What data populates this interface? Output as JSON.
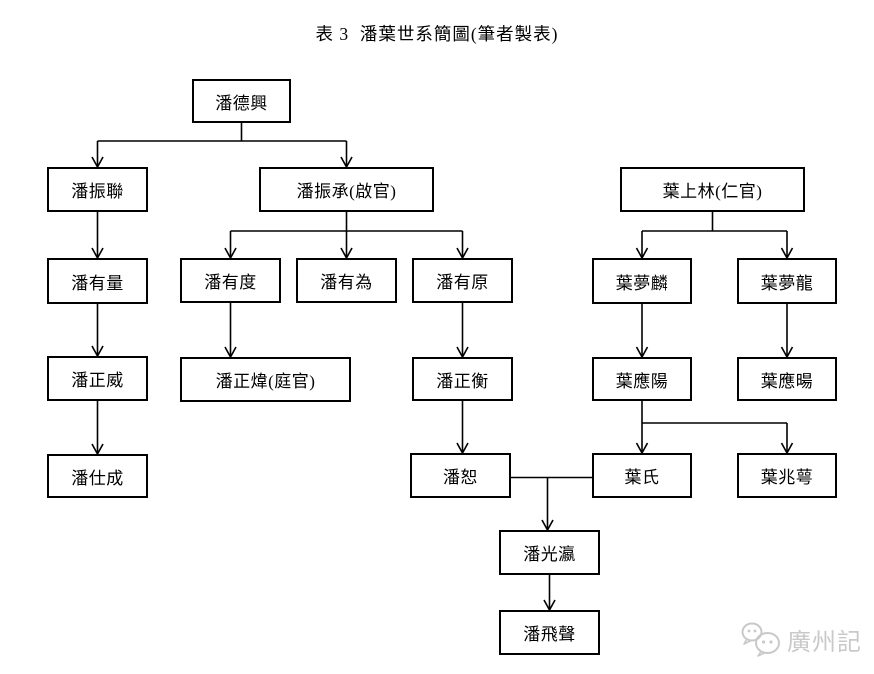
{
  "title": "表 3  潘葉世系簡圖(筆者製表)",
  "watermark": {
    "brand": "廣州記",
    "icon": "wechat-logo"
  },
  "colors": {
    "background": "#ffffff",
    "line": "#000000",
    "text": "#000000",
    "box_border": "#000000",
    "watermark": "#c9c9c9"
  },
  "chart_data": {
    "type": "family-tree",
    "title": "表 3  潘葉世系簡圖(筆者製表)",
    "nodes": [
      {
        "id": "pan_dexing",
        "label": "潘德興"
      },
      {
        "id": "pan_zhenlian",
        "label": "潘振聯"
      },
      {
        "id": "pan_zhencheng",
        "label": "潘振承(啟官)"
      },
      {
        "id": "ye_shanglin",
        "label": "葉上林(仁官)"
      },
      {
        "id": "pan_youliang",
        "label": "潘有量"
      },
      {
        "id": "pan_youdu",
        "label": "潘有度"
      },
      {
        "id": "pan_youwei",
        "label": "潘有為"
      },
      {
        "id": "pan_youyuan",
        "label": "潘有原"
      },
      {
        "id": "ye_menglin",
        "label": "葉夢麟"
      },
      {
        "id": "ye_menglong",
        "label": "葉夢龍"
      },
      {
        "id": "pan_zhengwei",
        "label": "潘正威"
      },
      {
        "id": "pan_zhengwei2",
        "label": "潘正煒(庭官)"
      },
      {
        "id": "pan_zhengheng",
        "label": "潘正衡"
      },
      {
        "id": "ye_yingyang",
        "label": "葉應陽"
      },
      {
        "id": "ye_yingyang2",
        "label": "葉應暘"
      },
      {
        "id": "pan_shicheng",
        "label": "潘仕成"
      },
      {
        "id": "pan_shu",
        "label": "潘恕"
      },
      {
        "id": "ye_shi",
        "label": "葉氏"
      },
      {
        "id": "ye_zhaoe",
        "label": "葉兆萼"
      },
      {
        "id": "pan_guangying",
        "label": "潘光瀛"
      },
      {
        "id": "pan_feisheng",
        "label": "潘飛聲"
      }
    ],
    "edges": [
      {
        "from": "pan_dexing",
        "to": [
          "pan_zhenlian",
          "pan_zhencheng"
        ]
      },
      {
        "from": "pan_zhenlian",
        "to": [
          "pan_youliang"
        ]
      },
      {
        "from": "pan_youliang",
        "to": [
          "pan_zhengwei"
        ]
      },
      {
        "from": "pan_zhengwei",
        "to": [
          "pan_shicheng"
        ]
      },
      {
        "from": "pan_zhencheng",
        "to": [
          "pan_youdu",
          "pan_youwei",
          "pan_youyuan"
        ]
      },
      {
        "from": "pan_youdu",
        "to": [
          "pan_zhengwei2"
        ]
      },
      {
        "from": "pan_youyuan",
        "to": [
          "pan_zhengheng"
        ]
      },
      {
        "from": "pan_zhengheng",
        "to": [
          "pan_shu"
        ]
      },
      {
        "from": "ye_shanglin",
        "to": [
          "ye_menglin",
          "ye_menglong"
        ]
      },
      {
        "from": "ye_menglin",
        "to": [
          "ye_yingyang"
        ]
      },
      {
        "from": "ye_menglong",
        "to": [
          "ye_yingyang2"
        ]
      },
      {
        "from": "ye_yingyang",
        "to": [
          "ye_shi",
          "ye_zhaoe"
        ]
      },
      {
        "couple": [
          "pan_shu",
          "ye_shi"
        ],
        "to": [
          "pan_guangying"
        ],
        "type": "marriage"
      },
      {
        "from": "pan_guangying",
        "to": [
          "pan_feisheng"
        ]
      }
    ]
  }
}
